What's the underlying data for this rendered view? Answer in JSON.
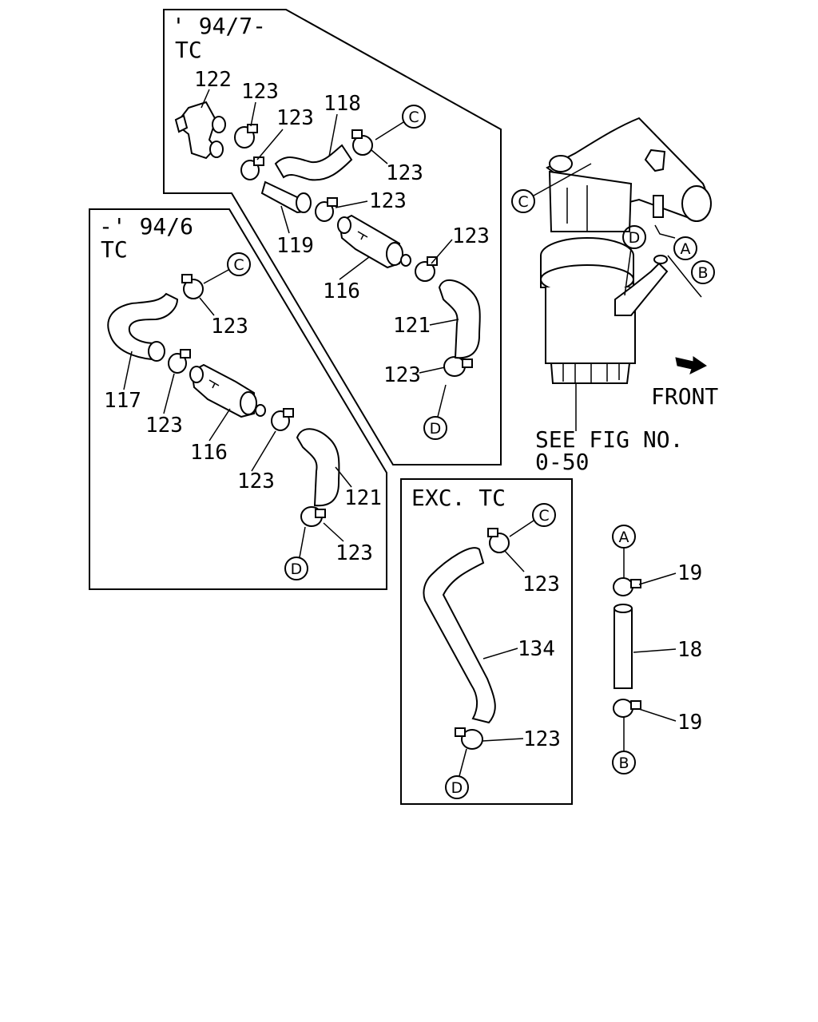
{
  "panels": {
    "late_tc": {
      "title_line1": "' 94/7-",
      "title_line2": "TC"
    },
    "early_tc": {
      "title_line1": "-' 94/6",
      "title_line2": "TC"
    },
    "exc_tc": {
      "title": "EXC. TC"
    }
  },
  "note": {
    "line1": "SEE FIG NO.",
    "line2": "0-50"
  },
  "front_label": "FRONT",
  "callouts": {
    "A": "A",
    "B": "B",
    "C": "C",
    "D": "D"
  },
  "parts": {
    "p18": "18",
    "p19": "19",
    "p116": "116",
    "p117": "117",
    "p118": "118",
    "p119": "119",
    "p121": "121",
    "p122": "122",
    "p123": "123",
    "p134": "134"
  },
  "icons": [
    "clamp-icon",
    "hose-icon",
    "fuel-filter-icon",
    "front-arrow-icon",
    "callout-circle-icon"
  ]
}
